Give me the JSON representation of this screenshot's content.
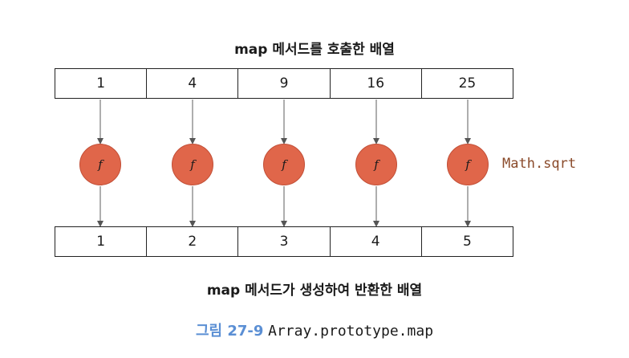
{
  "top_title": "map 메서드를 호출한 배열",
  "input_values": [
    "1",
    "4",
    "9",
    "16",
    "25"
  ],
  "function_symbol": "f",
  "function_label": "Math.sqrt",
  "output_values": [
    "1",
    "2",
    "3",
    "4",
    "5"
  ],
  "bottom_title": "map 메서드가 생성하여 반환한 배열",
  "caption": {
    "number": "그림 27-9",
    "text": "Array.prototype.map"
  },
  "colors": {
    "function_circle": "#e0664a",
    "function_label": "#8a4a2a",
    "caption_number": "#5b8fd4"
  }
}
